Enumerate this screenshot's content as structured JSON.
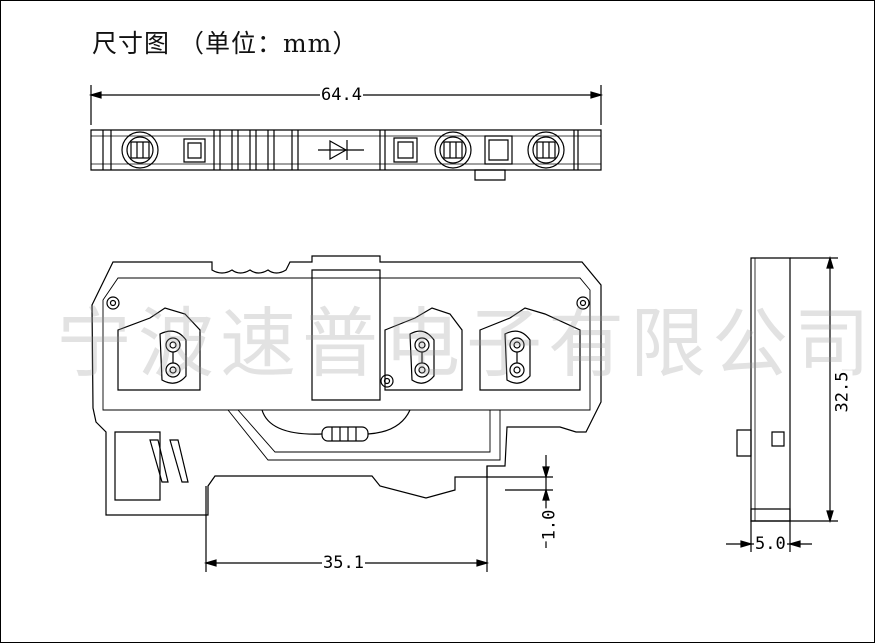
{
  "title": "尺寸图  （单位：mm）",
  "watermark": "宁波速普电子有限公司",
  "dimensions": {
    "width_top": "64.4",
    "width_base": "35.1",
    "offset": "1.0",
    "height": "32.5",
    "thickness": "5.0"
  }
}
